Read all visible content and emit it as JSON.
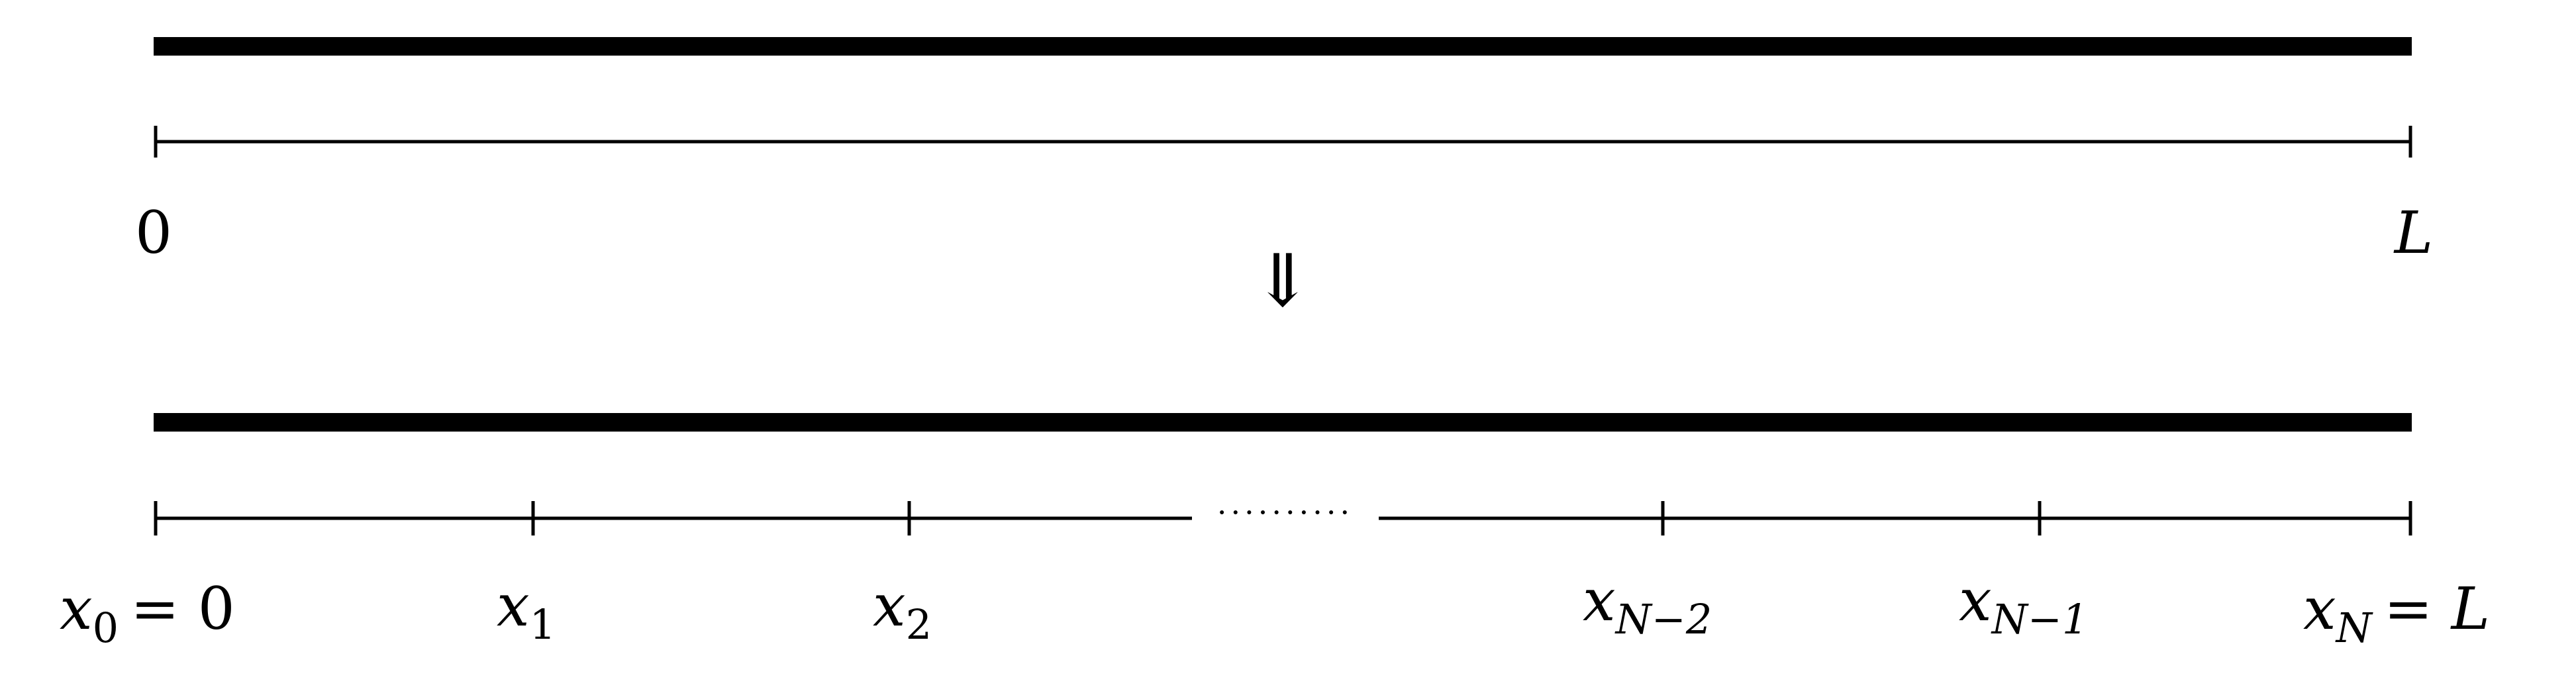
{
  "colors": {
    "ink": "#000000",
    "background": "#ffffff"
  },
  "top": {
    "left_label": "0",
    "right_label": "L"
  },
  "arrow": {
    "glyph": "⇓",
    "meaning": "double-down-arrow"
  },
  "bottom": {
    "nodes": [
      {
        "base": "x",
        "sub": "0",
        "suffix": "= 0"
      },
      {
        "base": "x",
        "sub": "1",
        "suffix": ""
      },
      {
        "base": "x",
        "sub": "2",
        "suffix": ""
      },
      {
        "base": "x",
        "sub": "N−2",
        "suffix": ""
      },
      {
        "base": "x",
        "sub": "N−1",
        "suffix": ""
      },
      {
        "base": "x",
        "sub": "N",
        "suffix": "= L"
      }
    ],
    "ellipsis": "··········"
  }
}
